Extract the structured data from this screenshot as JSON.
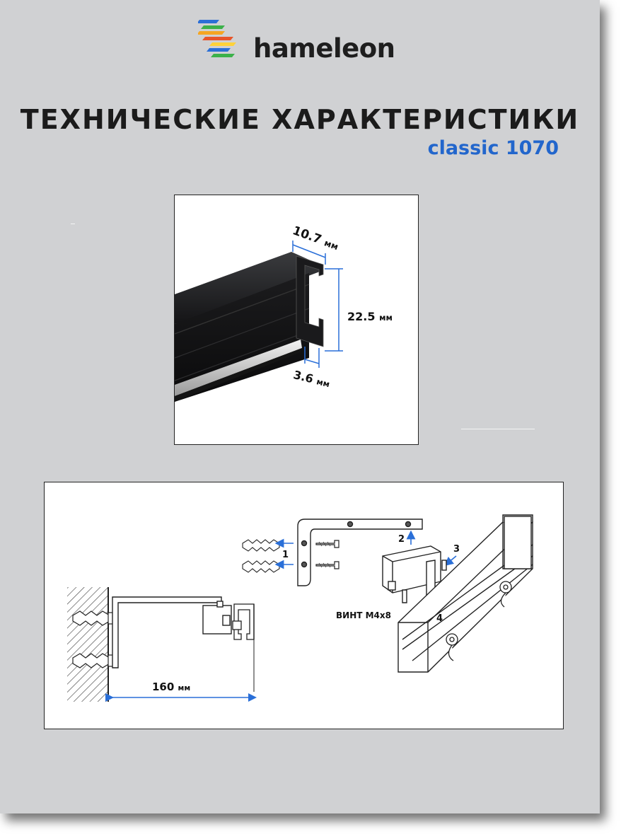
{
  "brand": {
    "name": "hameleon",
    "stripe_colors": [
      "#2b6fd6",
      "#3cb14a",
      "#f5a623",
      "#e8552a",
      "#ffd23a",
      "#8a52c8"
    ]
  },
  "header": {
    "title": "ТЕХНИЧЕСКИЕ ХАРАКТЕРИСТИКИ",
    "model": "classic 1070",
    "model_color": "#2266cc"
  },
  "profile_diagram": {
    "width_value": "10.7",
    "height_value": "22.5",
    "slot_value": "3.6",
    "unit": "мм",
    "dimension_color": "#2a6fd8"
  },
  "mounting_diagram": {
    "step_1": "1",
    "step_2": "2",
    "step_3": "3",
    "step_4": "4",
    "screw_label": "ВИНТ М4х8",
    "distance_value": "160",
    "distance_unit": "мм"
  }
}
